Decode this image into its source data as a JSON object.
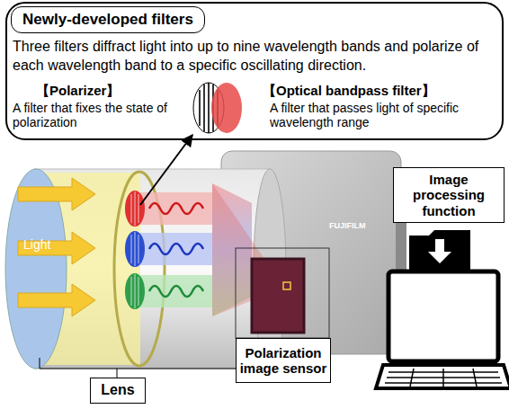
{
  "diagram": {
    "nodes": [
      {
        "text": [
          "Newly-developed filters",
          "Three filters diffract light into up to nine wavelength bands and polarize of each wavelength band to a specific oscillating direction."
        ]
      },
      {
        "text": [
          "Lens"
        ]
      },
      {
        "text": [
          "Polarization image sensor"
        ]
      },
      {
        "text": [
          "Image processing function"
        ]
      }
    ],
    "labels": [
      "【Polarizer】",
      "A filter that fixes the state of polarization",
      "【Optical bandpass filter】",
      "A filter that passes light of specific wavelength range",
      "Light",
      "FUJIFILM"
    ]
  }
}
